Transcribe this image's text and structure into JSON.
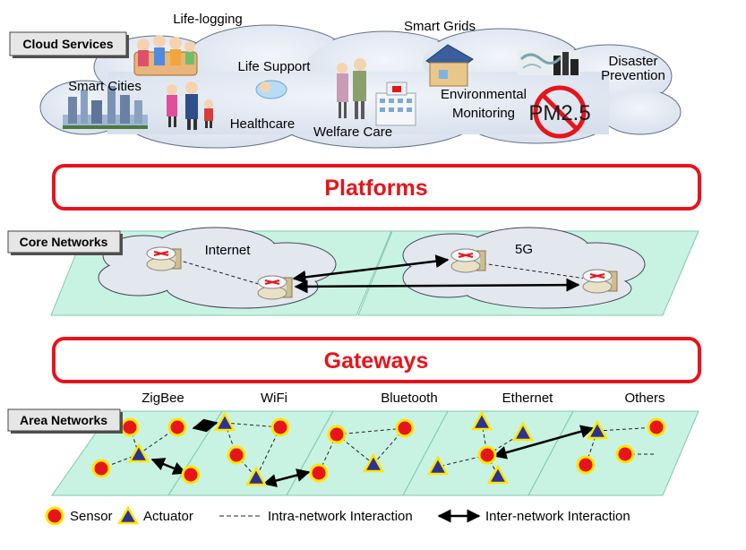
{
  "tags": {
    "cloud_services": "Cloud Services",
    "core_networks": "Core Networks",
    "area_networks": "Area Networks"
  },
  "cloud": {
    "items": {
      "life_logging": "Life-logging",
      "smart_grids": "Smart Grids",
      "life_support": "Life Support",
      "smart_cities": "Smart Cities",
      "disaster_line1": "Disaster",
      "disaster_line2": "Prevention",
      "environmental_line1": "Environmental",
      "environmental_line2": "Monitoring",
      "healthcare": "Healthcare",
      "welfare_care": "Welfare Care",
      "pm25": "PM2.5"
    }
  },
  "bars": {
    "platforms": "Platforms",
    "gateways": "Gateways"
  },
  "core": {
    "internet": "Internet",
    "fiveg": "5G"
  },
  "area": {
    "zigbee": "ZigBee",
    "wifi": "WiFi",
    "bluetooth": "Bluetooth",
    "ethernet": "Ethernet",
    "others": "Others"
  },
  "legend": {
    "sensor": "Sensor",
    "actuator": "Actuator",
    "intra": "Intra-network Interaction",
    "inter": "Inter-network Interaction"
  },
  "colors": {
    "red": "#e8141b",
    "plane": "#c8f3e3",
    "cloud": "#dde6f2"
  }
}
